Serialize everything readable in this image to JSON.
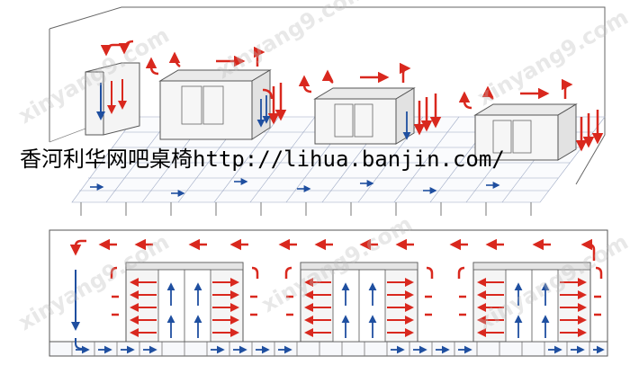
{
  "caption": "香河利华网吧桌椅http://lihua.banjin.com/",
  "watermark": "xinyang9.com",
  "colors": {
    "hot_air": "#d9281e",
    "cold_air": "#1f4fa0",
    "outline": "#555555",
    "floor_grid": "#9aa6c2",
    "rack_fill": "#f2f2f2"
  },
  "icons": {
    "hot_flow": "red-bent-arrow",
    "cold_flow": "blue-arrow"
  }
}
